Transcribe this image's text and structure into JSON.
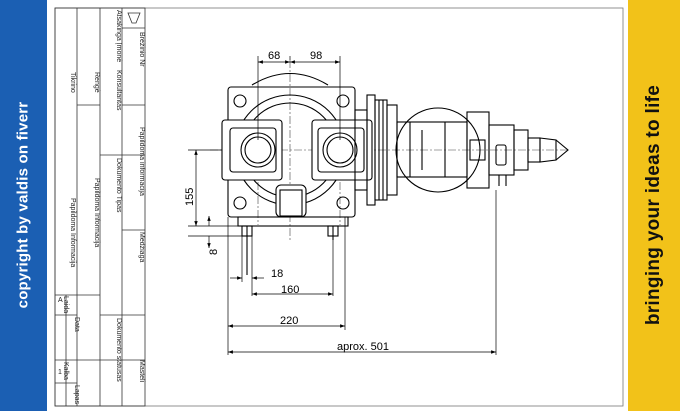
{
  "left_banner": {
    "text": "copyright by valdis on fiverr",
    "bold_part": "valdis",
    "color": "#1b5fb3"
  },
  "right_banner": {
    "text": "bringing your ideas to life",
    "color": "#f2c219"
  },
  "title_block": {
    "cells": [
      "Brėžinio Nr",
      "Papildoma informacija",
      "Medžiaga",
      "Masteli",
      "Atsakinga Įmonė",
      "Konsultantas",
      "Dokumento Tipas",
      "Dokumento statusas",
      "Rengė",
      "Papildoma Informacija",
      "Tikrino",
      "Papildoma Informacija",
      "Laida",
      "Data",
      "Kalba",
      "Lapas"
    ],
    "revision": "A",
    "sheet": "1"
  },
  "dimensions": {
    "d68": "68",
    "d98": "98",
    "d155": "155",
    "d8": "8",
    "d18": "18",
    "d160": "160",
    "d220": "220",
    "d501": "aprox. 501"
  }
}
